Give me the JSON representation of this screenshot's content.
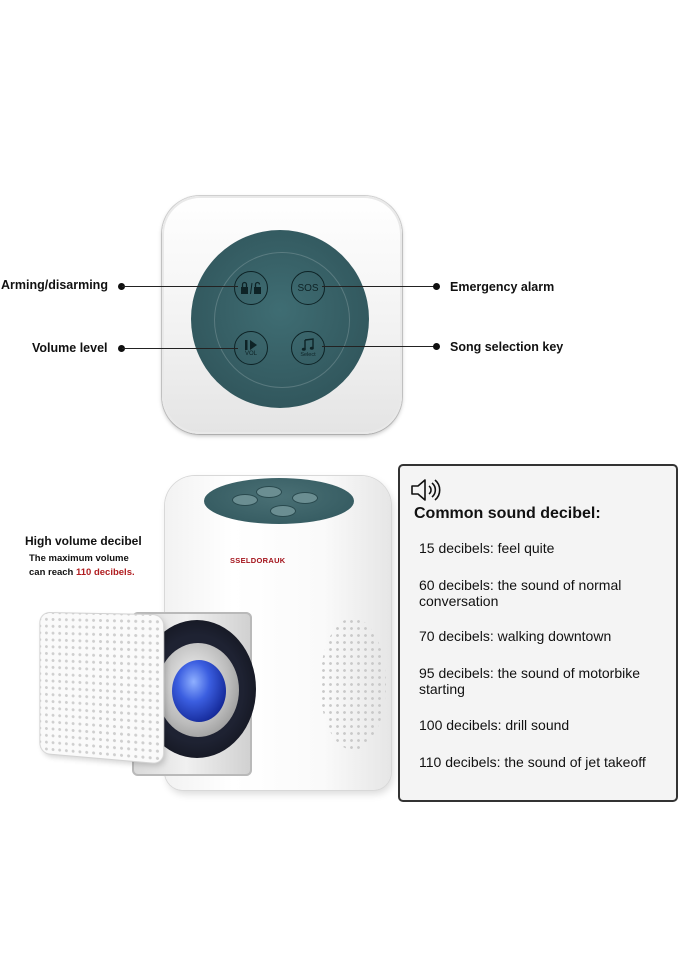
{
  "callouts": {
    "arming": "Arming/disarming",
    "emergency": "Emergency alarm",
    "volume": "Volume level",
    "song": "Song selection key"
  },
  "panel_buttons": {
    "sos": "SOS",
    "vol": "VOL",
    "select": "Select"
  },
  "speaker": {
    "title": "High volume decibel",
    "subtitle_prefix": "The maximum volume",
    "subtitle_line2_prefix": "can reach ",
    "subtitle_highlight": "110 decibels.",
    "brand": "SSELDORAUK"
  },
  "info": {
    "title": "Common sound decibel:",
    "items": [
      "15 decibels: feel quite",
      "60 decibels: the sound of normal conversation",
      "70 decibels: walking downtown",
      "95 decibels: the sound of motorbike starting",
      "100 decibels: drill sound",
      "110 decibels: the sound of jet takeoff"
    ]
  },
  "colors": {
    "panel_teal": "#32585e",
    "accent_red": "#b01d20"
  },
  "icons": [
    "lock-unlock-icon",
    "volume-bars-icon",
    "music-note-icon",
    "speaker-sound-icon"
  ]
}
